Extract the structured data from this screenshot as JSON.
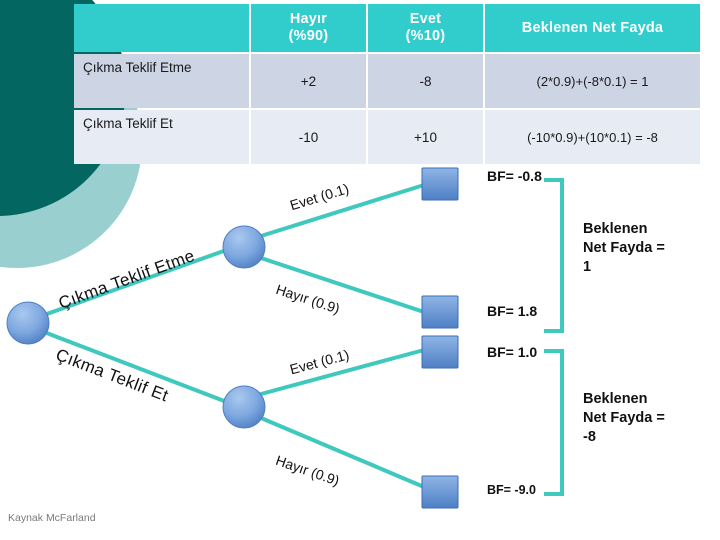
{
  "slide": {
    "source_note": "Kaynak McFarland"
  },
  "table": {
    "headers": [
      "",
      "Hayır\n(%90)",
      "Evet\n(%10)",
      "Beklenen Net Fayda"
    ],
    "header_corner": "",
    "header_hayir": "Hayır",
    "header_hayir_sub": "(%90)",
    "header_evet": "Evet",
    "header_evet_sub": "(%10)",
    "header_enb": "Beklenen Net Fayda",
    "rows": [
      {
        "label": "Çıkma Teklif Etme",
        "hayir": "+2",
        "evet": "-8",
        "calc": "(2*0.9)+(-8*0.1) = 1"
      },
      {
        "label": "Çıkma Teklif Et",
        "hayir": "-10",
        "evet": "+10",
        "calc": "(-10*0.9)+(10*0.1) = -8"
      }
    ]
  },
  "tree": {
    "decisions": [
      {
        "label": "Çıkma Teklif Etme"
      },
      {
        "label": "Çıkma Teklif Et"
      }
    ],
    "chances": [
      {
        "label": "Evet (0.1)"
      },
      {
        "label": "Hayır (0.9)"
      },
      {
        "label": "Evet (0.1)"
      },
      {
        "label": "Hayır (0.9)"
      }
    ],
    "outcomes": [
      {
        "bf": "BF= -0.8"
      },
      {
        "bf": "BF= 1.8"
      },
      {
        "bf": "BF= 1.0"
      },
      {
        "bf": "BF= -9.0"
      }
    ],
    "summaries": [
      {
        "text": "Beklenen\nNet Fayda =\n1"
      },
      {
        "text": "Beklenen\nNet Fayda =\n-8"
      }
    ]
  },
  "colors": {
    "header_teal": "#31CCCC",
    "row_a": "#CDD4E4",
    "row_b": "#E7EBF3",
    "branch_teal": "#3FC8BE",
    "node_blue": "#5E8FD0",
    "deco_dark": "#046660",
    "deco_light": "#9ACFCF"
  }
}
